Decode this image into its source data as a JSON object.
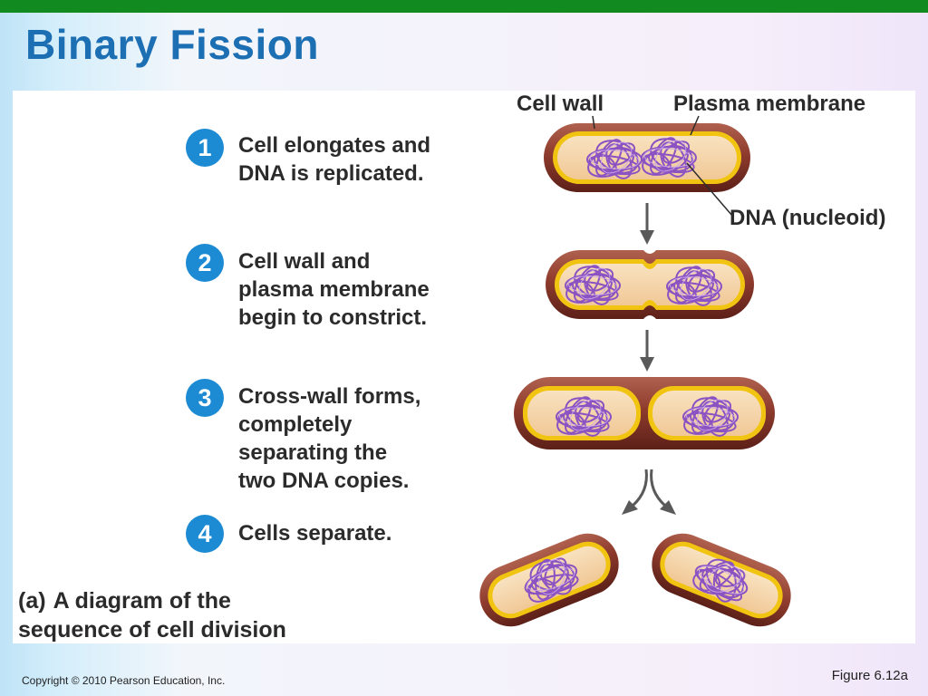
{
  "title": "Binary Fission",
  "steps": [
    {
      "num": "1",
      "text": "Cell elongates and\nDNA is replicated."
    },
    {
      "num": "2",
      "text": "Cell wall and\nplasma membrane\nbegin to constrict."
    },
    {
      "num": "3",
      "text": "Cross-wall forms,\ncompletely\nseparating the\ntwo DNA copies."
    },
    {
      "num": "4",
      "text": "Cells separate."
    }
  ],
  "labels": {
    "cell_wall": "Cell wall",
    "plasma_membrane": "Plasma membrane",
    "dna": "DNA (nucleoid)"
  },
  "caption": {
    "tag": "(a)",
    "text": "A diagram of the\nsequence of cell division"
  },
  "footer": {
    "copyright": "Copyright © 2010 Pearson Education, Inc.",
    "figure": "Figure 6.12a"
  },
  "colors": {
    "accent_bar": "#118a1f",
    "title": "#1d6fb3",
    "step_circle": "#1c8bd3",
    "cell_wall": "#8a3a2c",
    "membrane": "#f2c412",
    "cytoplasm": "#f6d9b0",
    "dna": "#8a52c2"
  }
}
